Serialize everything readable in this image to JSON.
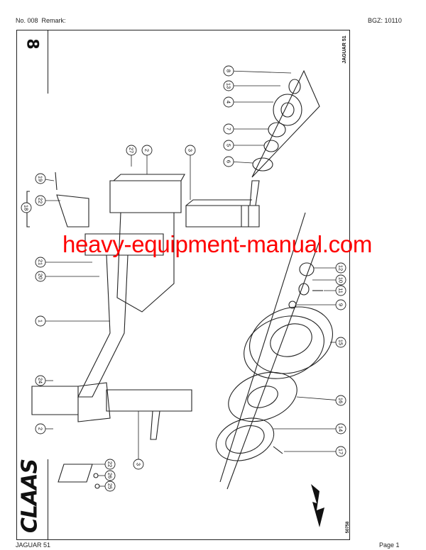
{
  "header": {
    "number": "No. 008",
    "remark_label": "Remark:",
    "bgz": "BGZ: 10110"
  },
  "footer": {
    "model": "JAGUAR 51",
    "page": "Page 1"
  },
  "sheet": {
    "group_number": "8",
    "model_label": "JAGUAR 51",
    "drawing_number": "50758",
    "logo": "CLAAS",
    "direction_icon": "travel-direction-arrow"
  },
  "callouts": [
    "8",
    "13",
    "4",
    "7",
    "5",
    "6",
    "3",
    "27",
    "2",
    "19",
    "22",
    "18",
    "21",
    "20",
    "1",
    "12",
    "10",
    "11",
    "9",
    "15",
    "16",
    "14",
    "17",
    "24",
    "2",
    "3",
    "22",
    "26",
    "25"
  ],
  "watermark": "heavy-equipment-manual.com",
  "colors": {
    "watermark": "#ff0000",
    "line": "#222222"
  }
}
